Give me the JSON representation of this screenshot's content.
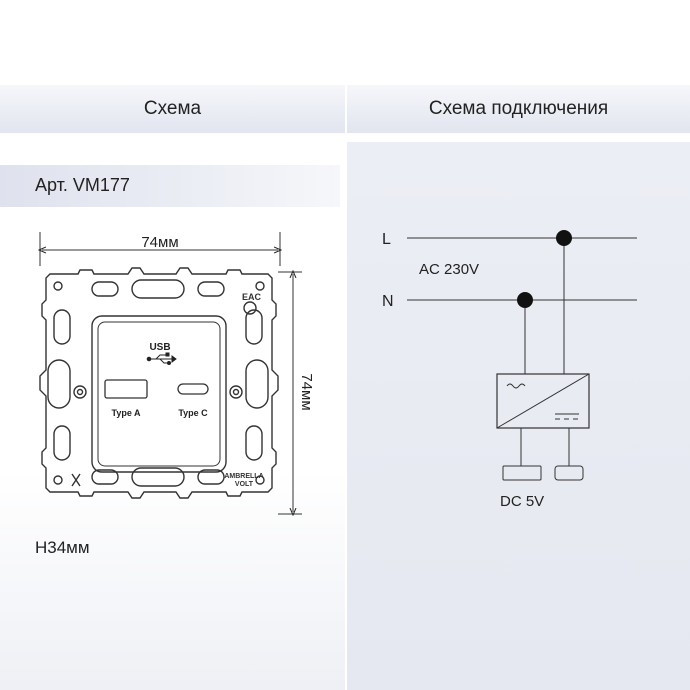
{
  "header": {
    "left_title": "Схема",
    "right_title": "Схема подключения"
  },
  "left": {
    "article": "Арт. VM177",
    "width_dim": "74мм",
    "height_dim": "74мм",
    "depth": "H34мм",
    "module": {
      "usb_label": "USB",
      "port_a_label": "Type A",
      "port_c_label": "Type C",
      "brand_line1": "AMBRELLA",
      "brand_line2": "VOLT",
      "cert_mark": "EAC"
    }
  },
  "right": {
    "line_l": "L",
    "line_n": "N",
    "input_voltage": "AC 230V",
    "output_voltage": "DC 5V"
  }
}
